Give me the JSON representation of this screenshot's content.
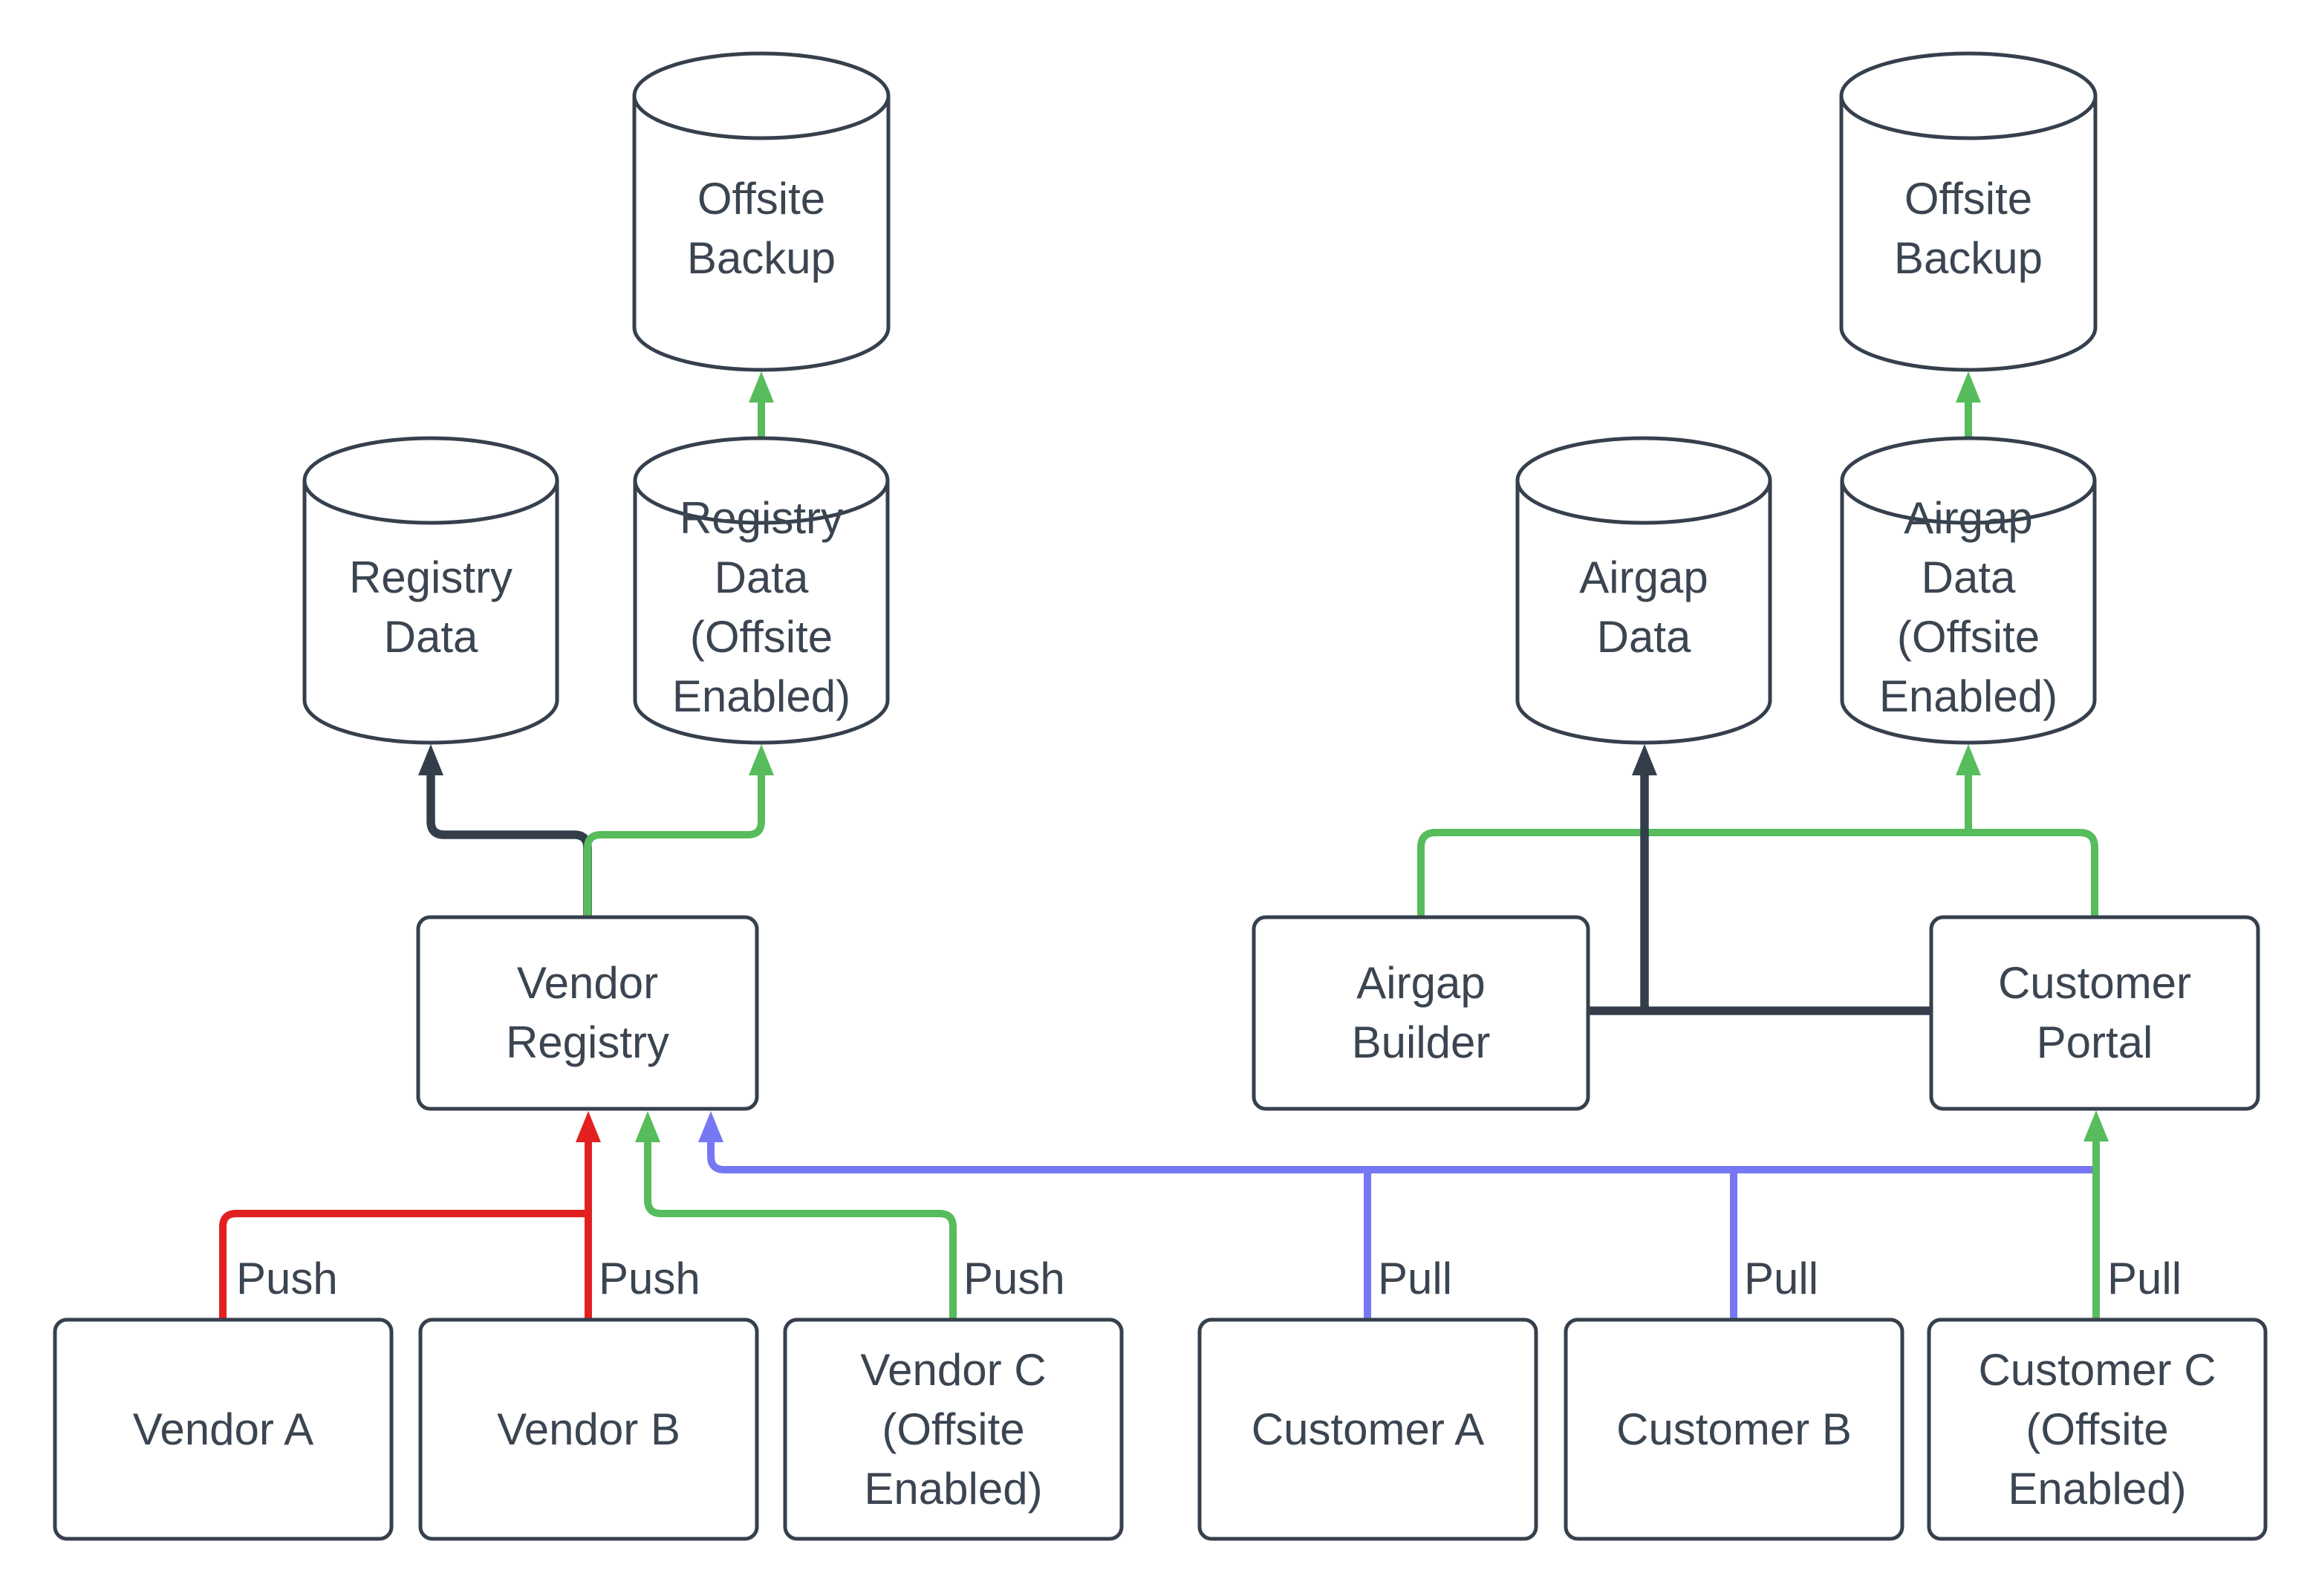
{
  "colors": {
    "background": "#FFFFFF",
    "node_stroke": "#36404D",
    "text": "#3B4551",
    "edge_dark": "#343E4B",
    "edge_green": "#57BC5C",
    "edge_red": "#E32020",
    "edge_blue": "#7678F3"
  },
  "nodes": {
    "offsite_backup_left": {
      "label": "Offsite\nBackup",
      "shape": "cylinder"
    },
    "registry_data": {
      "label": "Registry\nData",
      "shape": "cylinder"
    },
    "registry_data_offsite": {
      "label": "Registry\nData\n(Offsite\nEnabled)",
      "shape": "cylinder"
    },
    "vendor_registry": {
      "label": "Vendor\nRegistry",
      "shape": "rect"
    },
    "vendor_a": {
      "label": "Vendor A",
      "shape": "rect"
    },
    "vendor_b": {
      "label": "Vendor B",
      "shape": "rect"
    },
    "vendor_c": {
      "label": "Vendor C\n(Offsite\nEnabled)",
      "shape": "rect"
    },
    "offsite_backup_right": {
      "label": "Offsite\nBackup",
      "shape": "cylinder"
    },
    "airgap_data": {
      "label": "Airgap\nData",
      "shape": "cylinder"
    },
    "airgap_data_offsite": {
      "label": "Airgap\nData\n(Offsite\nEnabled)",
      "shape": "cylinder"
    },
    "airgap_builder": {
      "label": "Airgap\nBuilder",
      "shape": "rect"
    },
    "customer_portal": {
      "label": "Customer\nPortal",
      "shape": "rect"
    },
    "customer_a": {
      "label": "Customer A",
      "shape": "rect"
    },
    "customer_b": {
      "label": "Customer B",
      "shape": "rect"
    },
    "customer_c": {
      "label": "Customer C\n(Offsite\nEnabled)",
      "shape": "rect"
    }
  },
  "edges": {
    "vendor_a_push": {
      "label": "Push",
      "color": "red",
      "from": "vendor_a",
      "to": "vendor_registry"
    },
    "vendor_b_push": {
      "label": "Push",
      "color": "red",
      "from": "vendor_b",
      "to": "vendor_registry"
    },
    "vendor_c_push": {
      "label": "Push",
      "color": "green",
      "from": "vendor_c",
      "to": "vendor_registry"
    },
    "customer_a_pull": {
      "label": "Pull",
      "color": "blue",
      "from": "customer_a",
      "to": "vendor_registry"
    },
    "customer_b_pull": {
      "label": "Pull",
      "color": "blue",
      "from": "customer_b",
      "to": "vendor_registry"
    },
    "customer_c_pull": {
      "label": "Pull",
      "color": "green",
      "from": "customer_c",
      "to": "customer_portal"
    },
    "registry_store": {
      "label": "",
      "color": "dark",
      "from": "vendor_registry",
      "to": "registry_data"
    },
    "registry_store_offsite": {
      "label": "",
      "color": "green",
      "from": "vendor_registry",
      "to": "registry_data_offsite"
    },
    "registry_offsite_backup": {
      "label": "",
      "color": "green",
      "from": "registry_data_offsite",
      "to": "offsite_backup_left"
    },
    "airgap_store": {
      "label": "",
      "color": "dark",
      "from": "airgap_builder, customer_portal",
      "to": "airgap_data"
    },
    "airgap_store_offsite": {
      "label": "",
      "color": "green",
      "from": "airgap_builder, customer_portal",
      "to": "airgap_data_offsite"
    },
    "airgap_offsite_backup": {
      "label": "",
      "color": "green",
      "from": "airgap_data_offsite",
      "to": "offsite_backup_right"
    }
  }
}
